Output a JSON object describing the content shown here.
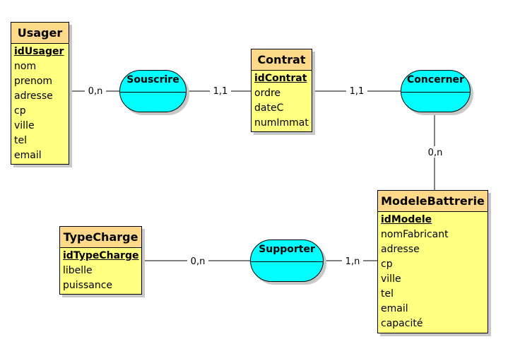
{
  "entities": {
    "usager": {
      "name": "Usager",
      "attributes": [
        "idUsager",
        "nom",
        "prenom",
        "adresse",
        "cp",
        "ville",
        "tel",
        "email"
      ]
    },
    "contrat": {
      "name": "Contrat",
      "attributes": [
        "idContrat",
        "ordre",
        "dateC",
        "numImmat"
      ]
    },
    "modele": {
      "name": "ModeleBattrerie",
      "attributes": [
        "idModele",
        "nomFabricant",
        "adresse",
        "cp",
        "ville",
        "tel",
        "email",
        "capacité"
      ]
    },
    "typecharge": {
      "name": "TypeCharge",
      "attributes": [
        "idTypeCharge",
        "libelle",
        "puissance"
      ]
    }
  },
  "associations": {
    "souscrire": {
      "name": "Souscrire"
    },
    "concerner": {
      "name": "Concerner"
    },
    "supporter": {
      "name": "Supporter"
    }
  },
  "cardinalities": {
    "usager_souscrire": "0,n",
    "contrat_souscrire": "1,1",
    "contrat_concerner": "1,1",
    "modele_concerner": "0,n",
    "typecharge_supporter": "0,n",
    "modele_supporter": "1,n"
  },
  "colors": {
    "entity_header": "#ffd98a",
    "entity_body": "#ffff80",
    "association": "#00ffff"
  }
}
